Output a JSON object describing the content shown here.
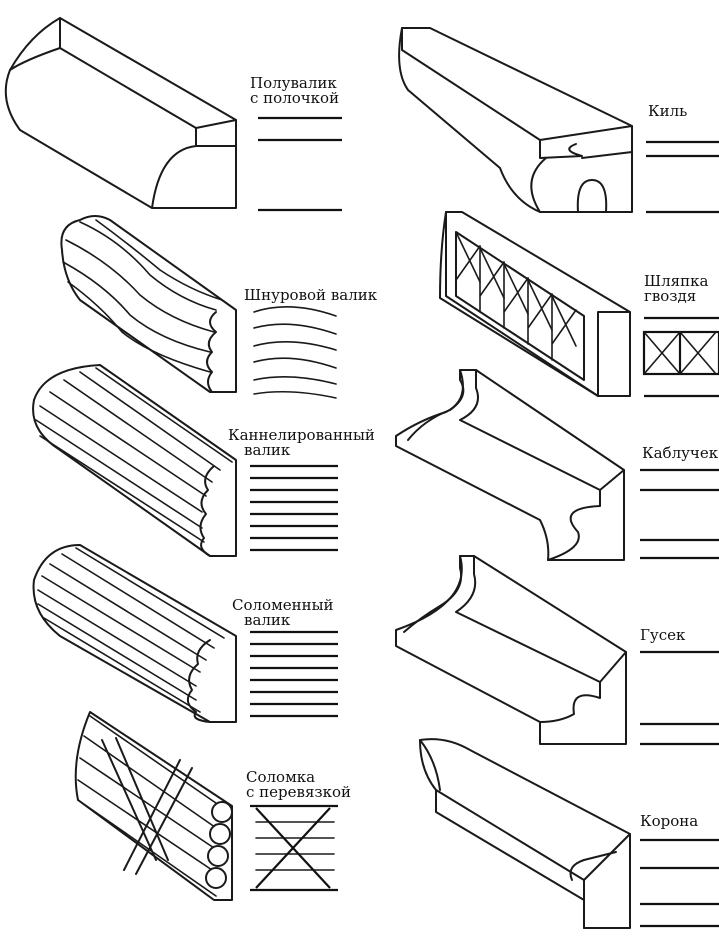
{
  "left_column": [
    {
      "id": "poluvalik",
      "label_lines": [
        "Полувалик",
        "с полочкой"
      ]
    },
    {
      "id": "shnurovoy",
      "label_lines": [
        "Шнуровой валик"
      ]
    },
    {
      "id": "kannelirovanny",
      "label_lines": [
        "Каннелированный",
        "валик"
      ]
    },
    {
      "id": "solomenny",
      "label_lines": [
        "Соломенный",
        "валик"
      ]
    },
    {
      "id": "solomka",
      "label_lines": [
        "Соломка",
        "с перевязкой"
      ]
    }
  ],
  "right_column": [
    {
      "id": "kil",
      "label_lines": [
        "Киль"
      ]
    },
    {
      "id": "shlyapka",
      "label_lines": [
        "Шляпка",
        "гвоздя"
      ]
    },
    {
      "id": "kabluchek",
      "label_lines": [
        "Каблучек"
      ]
    },
    {
      "id": "gusek",
      "label_lines": [
        "Гусек"
      ]
    },
    {
      "id": "korona",
      "label_lines": [
        "Корона"
      ]
    }
  ]
}
